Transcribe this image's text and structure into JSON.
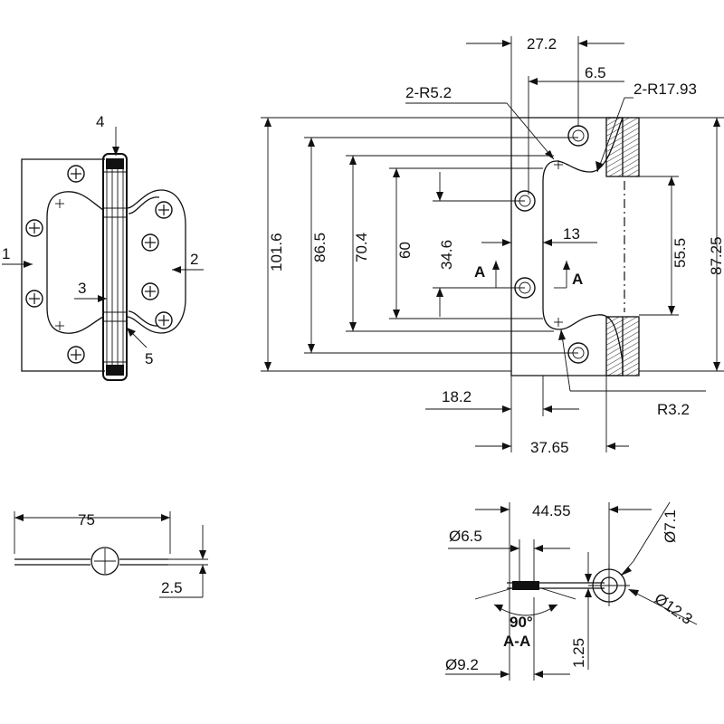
{
  "front_view": {
    "labels": [
      "1",
      "2",
      "3",
      "4",
      "5"
    ]
  },
  "side_view": {
    "width": "75",
    "thickness": "2.5"
  },
  "detail_view": {
    "dims": {
      "d27_2": "27.2",
      "d6_5": "6.5",
      "r5_2": "2-R5.2",
      "r17_93": "2-R17.93",
      "h101_6": "101.6",
      "h86_5": "86.5",
      "h70_4": "70.4",
      "h60": "60",
      "h34_6": "34.6",
      "d13": "13",
      "h55_5": "55.5",
      "h87_25": "87.25",
      "d18_2": "18.2",
      "r3_2": "R3.2",
      "d37_65": "37.65",
      "sec_a_left": "A",
      "sec_a_right": "A"
    }
  },
  "section_view": {
    "dims": {
      "d44_55": "44.55",
      "dia6_5": "Ø6.5",
      "dia7_1": "Ø7.1",
      "dia12_3": "Ø12.3",
      "ang90": "90°",
      "section": "A-A",
      "t1_25": "1.25",
      "dia9_2": "Ø9.2"
    }
  }
}
